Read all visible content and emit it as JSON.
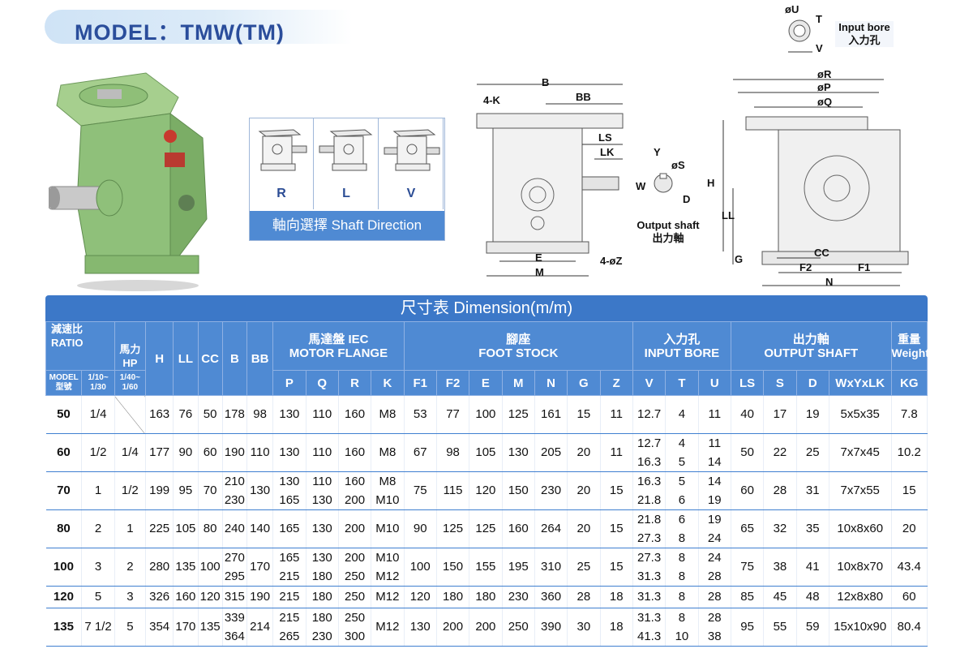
{
  "title": "MODEL：TMW(TM)",
  "shaft_direction": {
    "letters": [
      "R",
      "L",
      "V"
    ],
    "caption": "軸向選擇  Shaft Direction"
  },
  "drawing_labels": {
    "input_bore": [
      "øU",
      "T",
      "V",
      "Input bore",
      "入力孔"
    ],
    "front": [
      "B",
      "BB",
      "4-K",
      "LS",
      "LK",
      "E",
      "M",
      "4-øZ"
    ],
    "output_shaft": [
      "Y",
      "øS",
      "W",
      "D",
      "Output shaft",
      "出力軸"
    ],
    "side": [
      "øR",
      "øP",
      "øQ",
      "H",
      "LL",
      "G",
      "CC",
      "F2",
      "F1",
      "N"
    ]
  },
  "table": {
    "title": "尺寸表  Dimension(m/m)",
    "header": {
      "ratio": "減速比\nRATIO",
      "hp": "馬力\nHP",
      "model": "MODEL\n型號",
      "ratio_a": "1/10~\n1/30",
      "ratio_b": "1/40~\n1/60",
      "H": "H",
      "LL": "LL",
      "CC": "CC",
      "B": "B",
      "BB": "BB",
      "motor_flange": "馬達盤  IEC\nMOTOR FLANGE",
      "foot_stock": "腳座\nFOOT STOCK",
      "input_bore": "入力孔\nINPUT BORE",
      "output_shaft": "出力軸\nOUTPUT SHAFT",
      "weight": "重量\nWeight",
      "kg": "KG",
      "sub": [
        "P",
        "Q",
        "R",
        "K",
        "F1",
        "F2",
        "E",
        "M",
        "N",
        "G",
        "Z",
        "V",
        "T",
        "U",
        "LS",
        "S",
        "D",
        "WxYxLK"
      ]
    },
    "rows": [
      [
        "50",
        "1/4",
        "",
        "163",
        "76",
        "50",
        "178",
        "98",
        "130",
        "110",
        "160",
        "M8",
        "53",
        "77",
        "100",
        "125",
        "161",
        "15",
        "11",
        "12.7",
        "4",
        "11",
        "40",
        "17",
        "19",
        "5x5x35",
        "7.8"
      ],
      [
        "60",
        "1/2",
        "1/4",
        "177",
        "90",
        "60",
        "190",
        "110",
        "130",
        "110",
        "160",
        "M8",
        "67",
        "98",
        "105",
        "130",
        "205",
        "20",
        "11",
        "12.7\n16.3",
        "4\n5",
        "11\n14",
        "50",
        "22",
        "25",
        "7x7x45",
        "10.2"
      ],
      [
        "70",
        "1",
        "1/2",
        "199",
        "95",
        "70",
        "210\n230",
        "130",
        "130\n165",
        "110\n130",
        "160\n200",
        "M8\nM10",
        "75",
        "115",
        "120",
        "150",
        "230",
        "20",
        "15",
        "16.3\n21.8",
        "5\n6",
        "14\n19",
        "60",
        "28",
        "31",
        "7x7x55",
        "15"
      ],
      [
        "80",
        "2",
        "1",
        "225",
        "105",
        "80",
        "240",
        "140",
        "165",
        "130",
        "200",
        "M10",
        "90",
        "125",
        "125",
        "160",
        "264",
        "20",
        "15",
        "21.8\n27.3",
        "6\n8",
        "19\n24",
        "65",
        "32",
        "35",
        "10x8x60",
        "20"
      ],
      [
        "100",
        "3",
        "2",
        "280",
        "135",
        "100",
        "270\n295",
        "170",
        "165\n215",
        "130\n180",
        "200\n250",
        "M10\nM12",
        "100",
        "150",
        "155",
        "195",
        "310",
        "25",
        "15",
        "27.3\n31.3",
        "8\n8",
        "24\n28",
        "75",
        "38",
        "41",
        "10x8x70",
        "43.4"
      ],
      [
        "120",
        "5",
        "3",
        "326",
        "160",
        "120",
        "315",
        "190",
        "215",
        "180",
        "250",
        "M12",
        "120",
        "180",
        "180",
        "230",
        "360",
        "28",
        "18",
        "31.3",
        "8",
        "28",
        "85",
        "45",
        "48",
        "12x8x80",
        "60"
      ],
      [
        "135",
        "7 1/2",
        "5",
        "354",
        "170",
        "135",
        "339\n364",
        "214",
        "215\n265",
        "180\n230",
        "250\n300",
        "M12",
        "130",
        "200",
        "200",
        "250",
        "390",
        "30",
        "18",
        "31.3\n41.3",
        "8\n10",
        "28\n38",
        "95",
        "55",
        "59",
        "15x10x90",
        "80.4"
      ]
    ]
  },
  "colors": {
    "header_blue": "#4f8ad3",
    "title_blue": "#2a4d9b",
    "gearbox_green": "#8fc07a"
  }
}
